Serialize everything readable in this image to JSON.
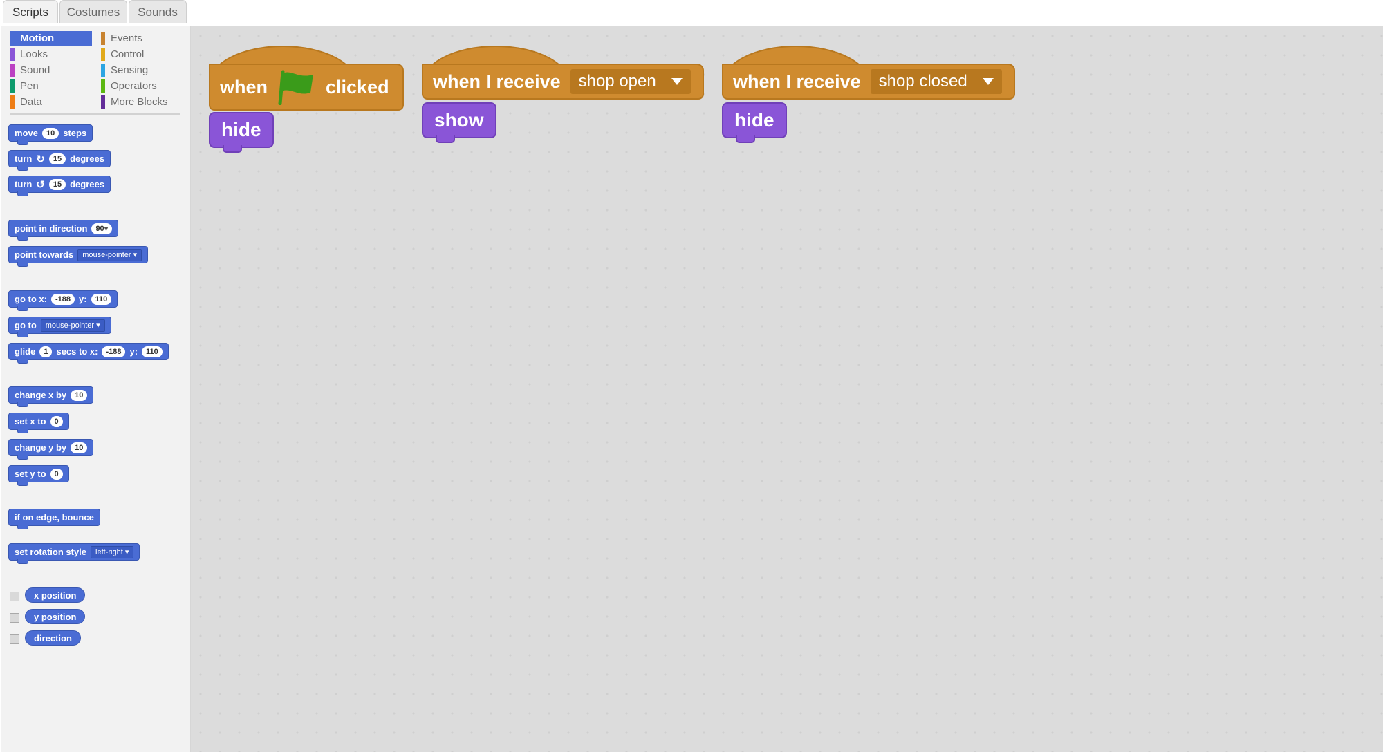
{
  "tabs": [
    {
      "label": "Scripts",
      "active": true
    },
    {
      "label": "Costumes",
      "active": false
    },
    {
      "label": "Sounds",
      "active": false
    }
  ],
  "categories": {
    "left": [
      {
        "label": "Motion",
        "color": "#4a6cd4",
        "selected": true
      },
      {
        "label": "Looks",
        "color": "#8a55d7"
      },
      {
        "label": "Sound",
        "color": "#bb42c3"
      },
      {
        "label": "Pen",
        "color": "#0e9a6c"
      },
      {
        "label": "Data",
        "color": "#ee7d16"
      }
    ],
    "right": [
      {
        "label": "Events",
        "color": "#c88330"
      },
      {
        "label": "Control",
        "color": "#e1a91a"
      },
      {
        "label": "Sensing",
        "color": "#2ca5e2"
      },
      {
        "label": "Operators",
        "color": "#5cb712"
      },
      {
        "label": "More Blocks",
        "color": "#632d99"
      }
    ]
  },
  "palette": {
    "move": {
      "a": "move",
      "v": "10",
      "b": "steps"
    },
    "turn_cw": {
      "a": "turn",
      "icon": "rotate-clockwise-icon",
      "v": "15",
      "b": "degrees"
    },
    "turn_ccw": {
      "a": "turn",
      "icon": "rotate-counterclockwise-icon",
      "v": "15",
      "b": "degrees"
    },
    "point_dir": {
      "a": "point in direction",
      "v": "90"
    },
    "point_towards": {
      "a": "point towards",
      "v": "mouse-pointer"
    },
    "goto_xy": {
      "a": "go to x:",
      "x": "-188",
      "b": "y:",
      "y": "110"
    },
    "goto": {
      "a": "go to",
      "v": "mouse-pointer"
    },
    "glide": {
      "a": "glide",
      "v": "1",
      "b": "secs to x:",
      "x": "-188",
      "c": "y:",
      "y": "110"
    },
    "change_x": {
      "a": "change x by",
      "v": "10"
    },
    "set_x": {
      "a": "set x to",
      "v": "0"
    },
    "change_y": {
      "a": "change y by",
      "v": "10"
    },
    "set_y": {
      "a": "set y to",
      "v": "0"
    },
    "bounce": {
      "a": "if on edge, bounce"
    },
    "rotation": {
      "a": "set rotation style",
      "v": "left-right"
    },
    "reporters": [
      "x position",
      "y position",
      "direction"
    ]
  },
  "scripts": {
    "s1": {
      "when": "when",
      "icon": "green-flag-icon",
      "clicked": "clicked",
      "action": "hide"
    },
    "s2": {
      "label": "when I receive",
      "message": "shop open",
      "action": "show"
    },
    "s3": {
      "label": "when I receive",
      "message": "shop closed",
      "action": "hide"
    }
  },
  "colors": {
    "motion": "#4a6cd4",
    "events": "#cf8b2f",
    "looks": "#8a55d7",
    "flag": "#3a9b1a"
  }
}
